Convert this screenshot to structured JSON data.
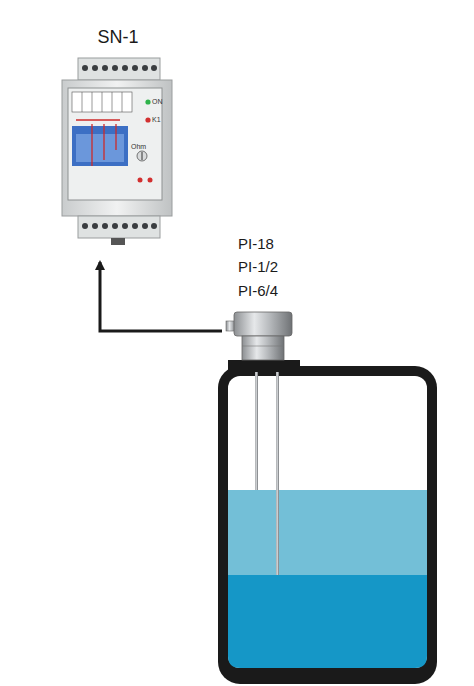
{
  "diagram": {
    "nodes": [
      {
        "text": [
          "SN-1"
        ]
      },
      {
        "text": [
          "PI-18",
          "PI-1/2",
          "PI-6/4"
        ]
      }
    ],
    "edges": [
      {
        "from": 1,
        "to": 0,
        "arrow": "to"
      }
    ],
    "labels": [
      "ON",
      "K1",
      "Ohm"
    ]
  }
}
